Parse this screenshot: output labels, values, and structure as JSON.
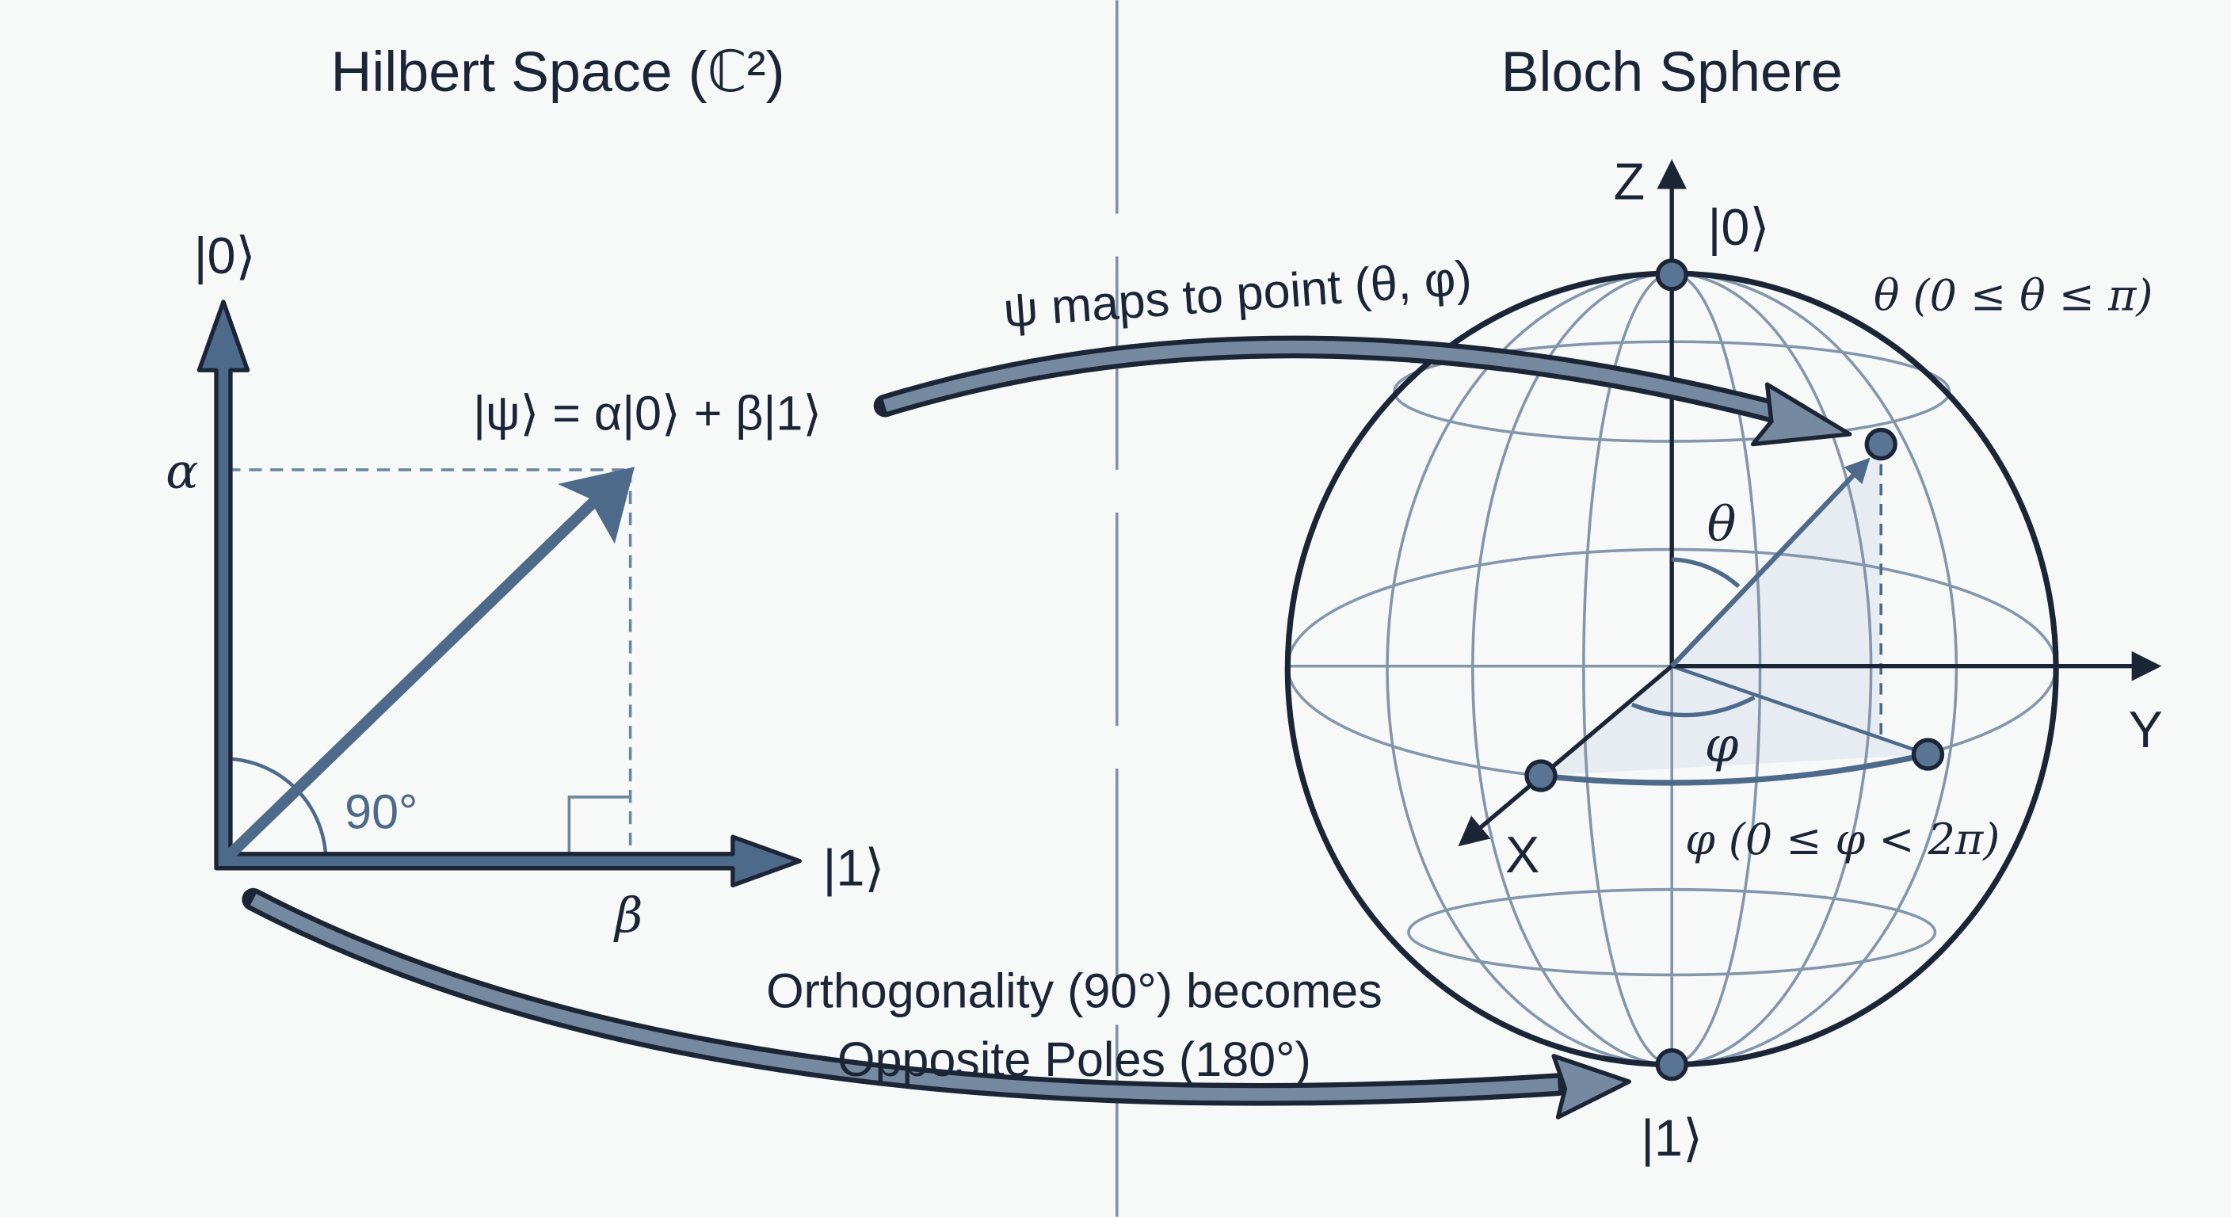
{
  "titles": {
    "left": "Hilbert Space (ℂ²)",
    "right": "Bloch Sphere"
  },
  "hilbert": {
    "ket0": "|0⟩",
    "ket1": "|1⟩",
    "alpha": "α",
    "beta": "β",
    "angle": "90°",
    "state": "|ψ⟩ = α|0⟩ + β|1⟩"
  },
  "arrows": {
    "top": "ψ maps to point (θ, φ)",
    "bottom_line1": "Orthogonality (90°) becomes",
    "bottom_line2": "Opposite Poles (180°)"
  },
  "bloch": {
    "z": "Z",
    "y": "Y",
    "x": "X",
    "ket0": "|0⟩",
    "ket1": "|1⟩",
    "theta": "θ",
    "phi": "φ",
    "theta_range": "θ (0 ≤ θ ≤ π)",
    "phi_range": "φ (0 ≤ φ < 2π)"
  },
  "colors": {
    "ink": "#1c2536",
    "accent": "#4d6a8a",
    "grid": "#8496ab",
    "background": "#f7f8f8"
  }
}
